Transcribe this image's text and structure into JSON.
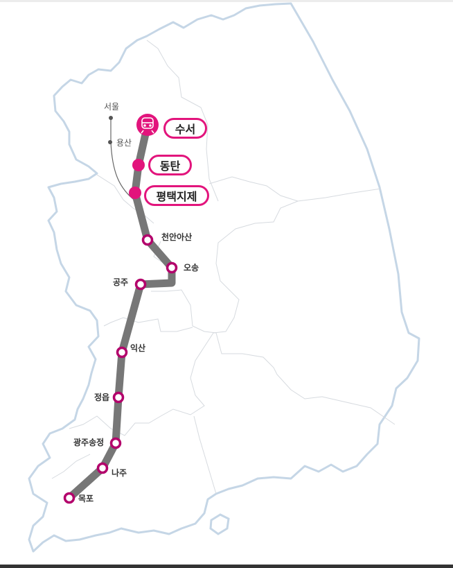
{
  "map": {
    "line_color": "#777777",
    "station_color": "#b3006b",
    "highlight_color": "#e2147c",
    "land_stroke": "#c5d6e6",
    "region_stroke": "#d6dadf"
  },
  "branch_line": {
    "start": "서울",
    "via": "용산"
  },
  "highlighted_stations": [
    {
      "name": "수서",
      "icon": "train-icon"
    },
    {
      "name": "동탄"
    },
    {
      "name": "평택지제"
    }
  ],
  "stations": [
    {
      "name": "천안아산"
    },
    {
      "name": "오송"
    },
    {
      "name": "공주"
    },
    {
      "name": "익산"
    },
    {
      "name": "정읍"
    },
    {
      "name": "광주송정"
    },
    {
      "name": "나주"
    },
    {
      "name": "목포"
    }
  ]
}
